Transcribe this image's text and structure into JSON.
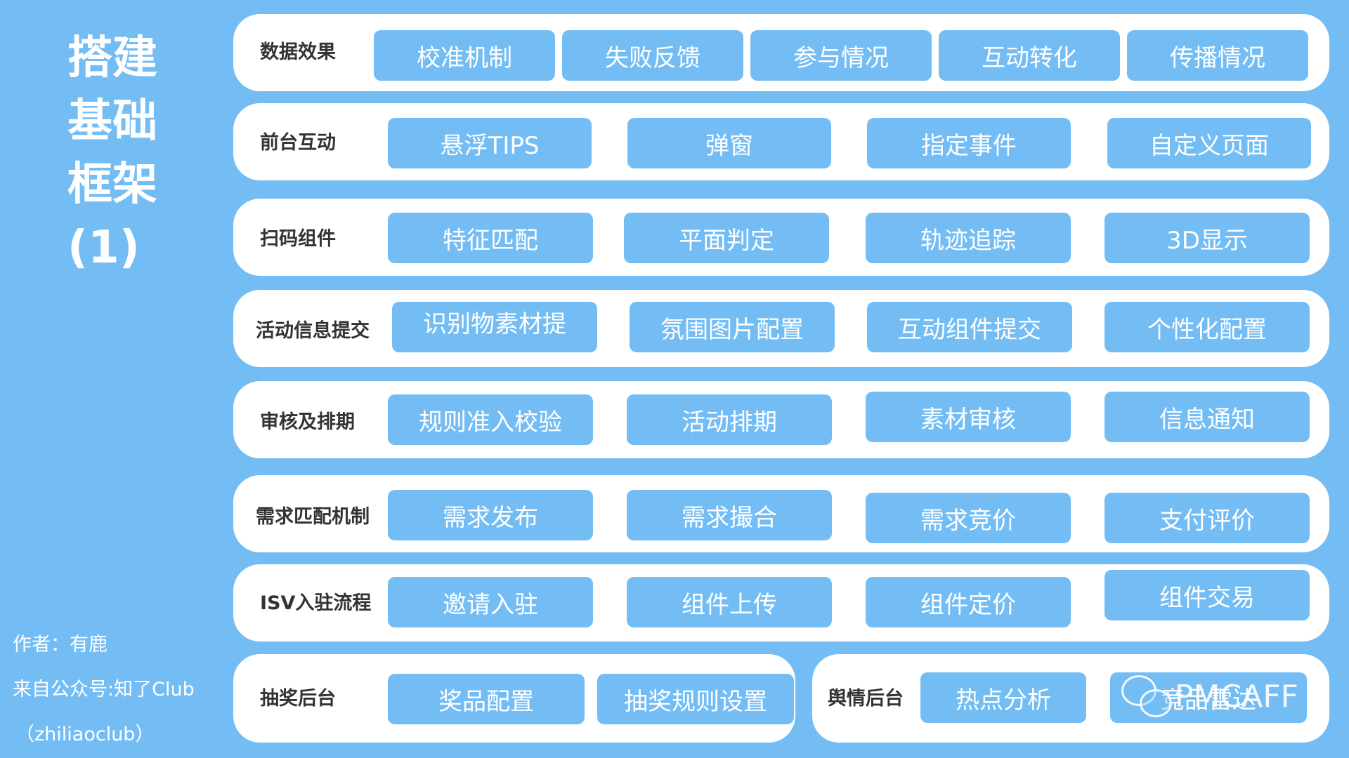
{
  "title_lines": [
    "搭建",
    "基础",
    "框架",
    "(1)"
  ],
  "credits": {
    "author": "作者：有鹿",
    "source": "来自公众号:知了Club",
    "handle": "（zhiliaoclub）"
  },
  "watermark": "PMCAFF",
  "colors": {
    "background": "#74BDF4",
    "panel": "#FFFFFF",
    "label": "#333333",
    "pill_text": "#FFFFFF"
  },
  "rows": [
    {
      "label": "数据效果",
      "items": [
        "校准机制",
        "失败反馈",
        "参与情况",
        "互动转化",
        "传播情况"
      ]
    },
    {
      "label": "前台互动",
      "items": [
        "悬浮TIPS",
        "弹窗",
        "指定事件",
        "自定义页面"
      ]
    },
    {
      "label": "扫码组件",
      "items": [
        "特征匹配",
        "平面判定",
        "轨迹追踪",
        "3D显示"
      ]
    },
    {
      "label": "活动信息提交",
      "items": [
        "识别物素材提",
        "氛围图片配置",
        "互动组件提交",
        "个性化配置"
      ]
    },
    {
      "label": "审核及排期",
      "items": [
        "规则准入校验",
        "活动排期",
        "素材审核",
        "信息通知"
      ]
    },
    {
      "label": "需求匹配机制",
      "items": [
        "需求发布",
        "需求撮合",
        "需求竞价",
        "支付评价"
      ]
    },
    {
      "label": "ISV入驻流程",
      "items": [
        "邀请入驻",
        "组件上传",
        "组件定价",
        "组件交易"
      ]
    },
    {
      "label": "抽奖后台",
      "items": [
        "奖品配置",
        "抽奖规则设置"
      ]
    },
    {
      "label": "舆情后台",
      "items": [
        "热点分析",
        "竞品雷达"
      ]
    }
  ]
}
